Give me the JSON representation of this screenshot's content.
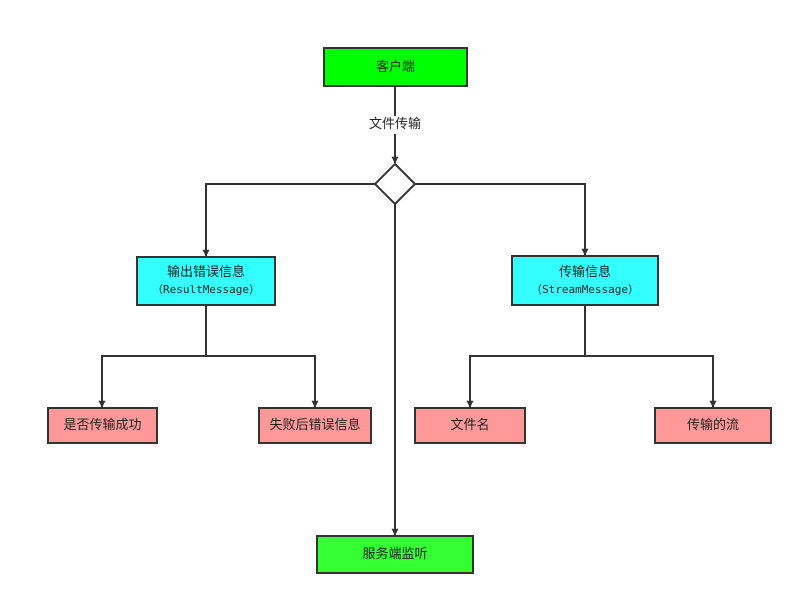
{
  "colors": {
    "client": "#00ff00",
    "server": "#33ff33",
    "info": "#33ffff",
    "leaf": "#ff9999",
    "stroke": "#333333"
  },
  "nodes": {
    "client": {
      "label": "客户端"
    },
    "error_info": {
      "label": "输出错误信息",
      "sub": "（ResultMessage）"
    },
    "stream_info": {
      "label": "传输信息",
      "sub": "（StreamMessage）"
    },
    "transfer_success": {
      "label": "是否传输成功"
    },
    "failure_error": {
      "label": "失败后错误信息"
    },
    "file_name": {
      "label": "文件名"
    },
    "transfer_stream": {
      "label": "传输的流"
    },
    "server_listen": {
      "label": "服务端监听"
    }
  },
  "edges": {
    "file_transfer_label": "文件传输"
  }
}
